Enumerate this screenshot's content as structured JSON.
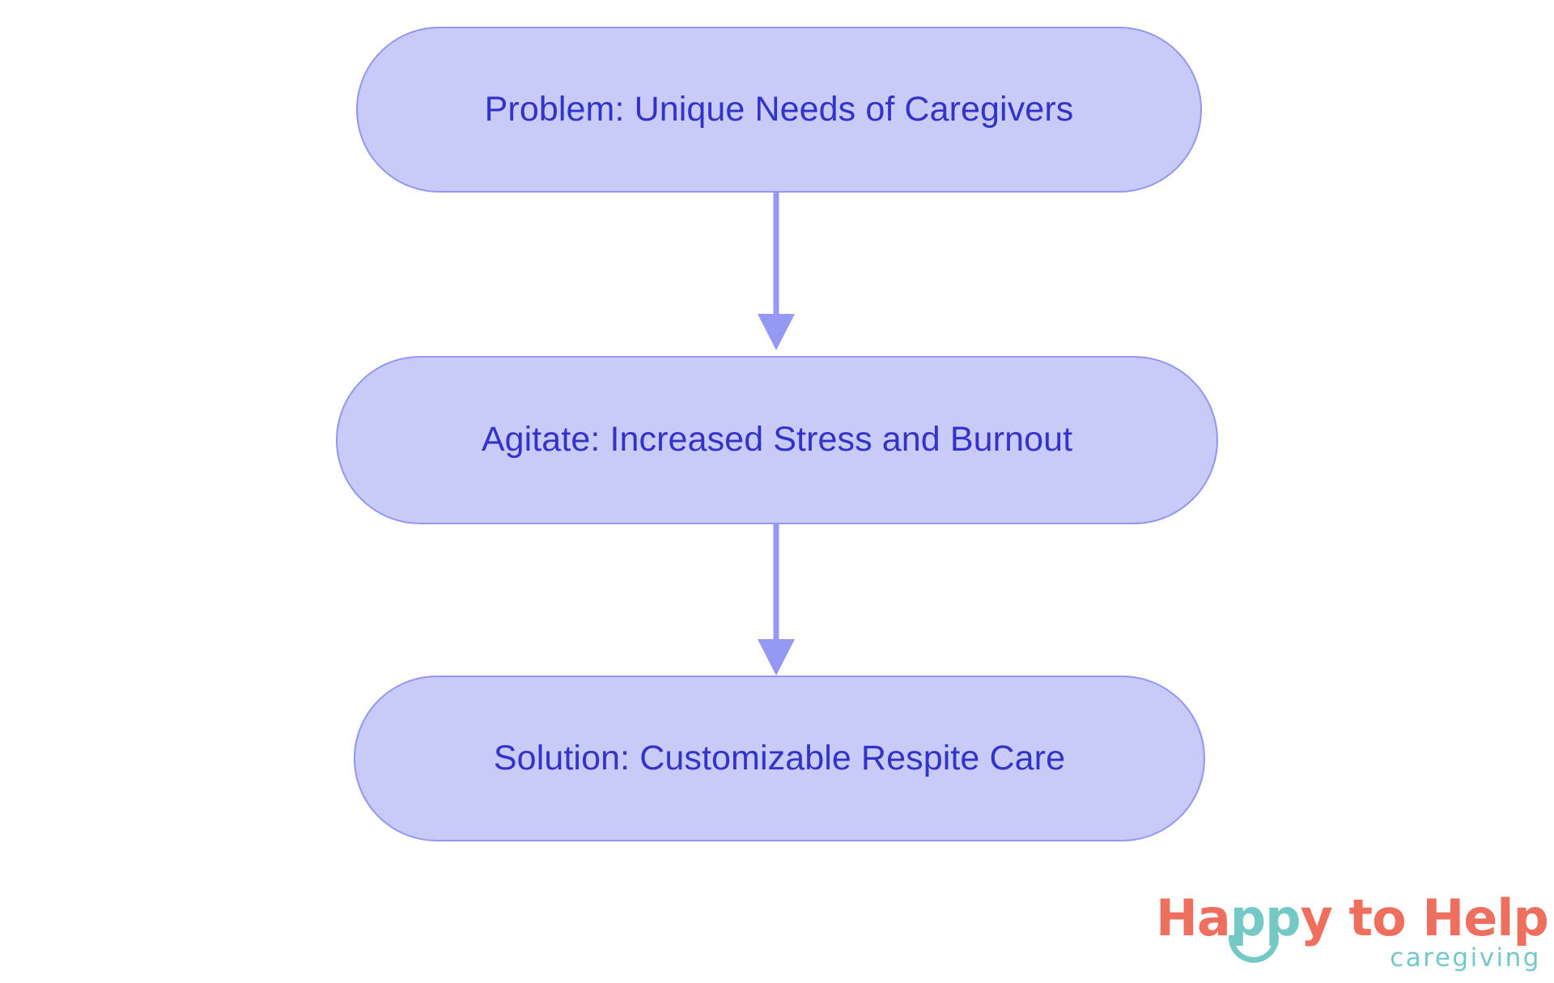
{
  "diagram": {
    "type": "flowchart",
    "orientation": "vertical-top-down",
    "background_color": "#ffffff",
    "node_fill_color": "#c8caf7",
    "node_border_color": "#9396f2",
    "node_text_color": "#3333cc",
    "connector_color": "#9599f3",
    "nodes": [
      {
        "id": "problem",
        "label": "Problem: Unique Needs of Caregivers"
      },
      {
        "id": "agitate",
        "label": "Agitate: Increased Stress and Burnout"
      },
      {
        "id": "solution",
        "label": "Solution: Customizable Respite Care"
      }
    ],
    "edges": [
      {
        "id": "edge-problem-agitate",
        "from": "problem",
        "to": "agitate",
        "style": "arrow"
      },
      {
        "id": "edge-agitate-solution",
        "from": "agitate",
        "to": "solution",
        "style": "arrow"
      }
    ]
  },
  "logo": {
    "word_happy_h": "H",
    "word_happy_a": "a",
    "word_happy_pp": "pp",
    "word_happy_y": "y",
    "word_rest": " to Help",
    "tagline": "caregiving",
    "primary_color": "#ef6f5f",
    "accent_color": "#73c9c6"
  }
}
